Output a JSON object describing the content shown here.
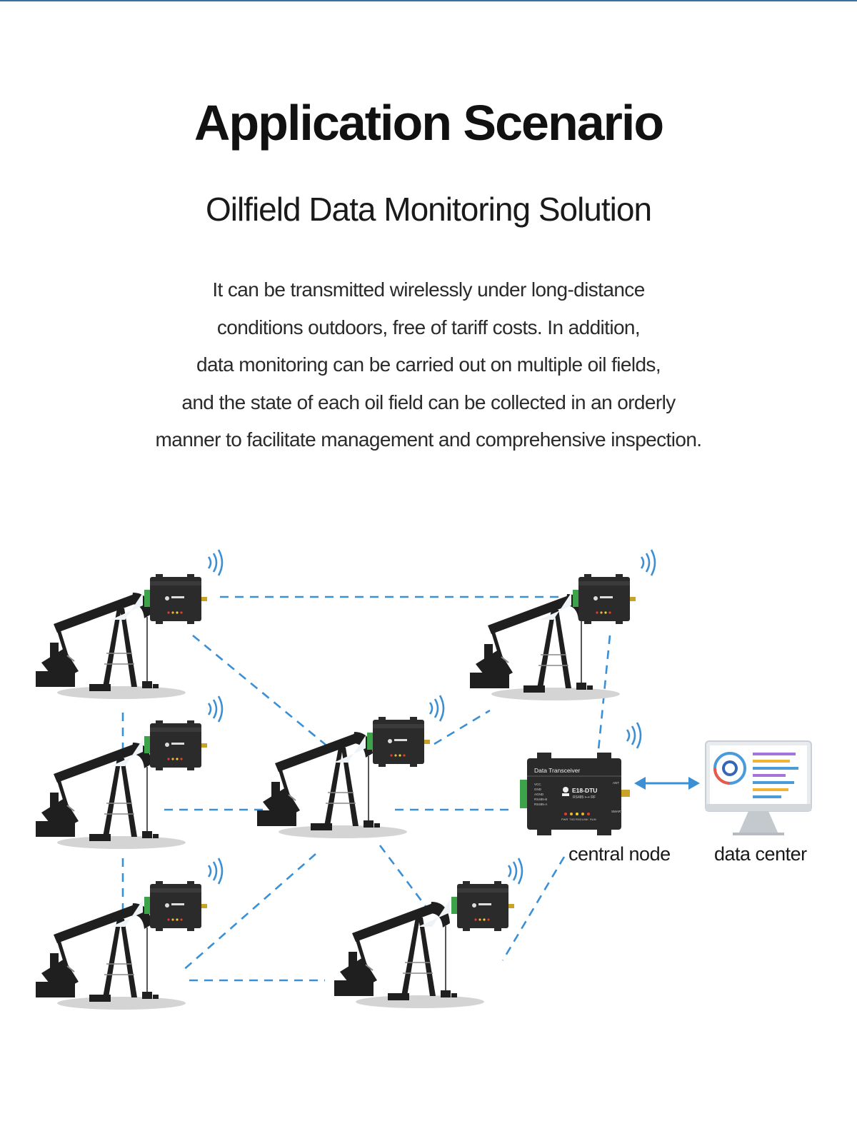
{
  "header": {
    "title": "Application Scenario",
    "subtitle": "Oilfield Data Monitoring Solution",
    "description": [
      "It can be transmitted wirelessly under long-distance",
      "conditions outdoors, free of tariff costs. In addition,",
      "data monitoring can be carried out on multiple oil fields,",
      "and the state of each oil field can be collected in an orderly",
      "manner to facilitate management and comprehensive inspection."
    ]
  },
  "diagram": {
    "central_node_label": "central node",
    "data_center_label": "data center",
    "device": {
      "header_text": "Data Transceiver",
      "model": "E18-DTU",
      "interface": "RS485 ⟷ RF",
      "pins": [
        "VCC",
        "GND",
        "AGND",
        "RS485-B",
        "RS485-A"
      ],
      "indicators": [
        "PWR",
        "TXD",
        "RXD",
        "LINK",
        "RUN"
      ],
      "ant_label": "ANT",
      "smart_label": "SMART"
    },
    "colors": {
      "link_line": "#3b8fd4",
      "arrow": "#3b8fd4",
      "pump": "#1f1f1f",
      "device_body": "#2a2a2a"
    }
  }
}
